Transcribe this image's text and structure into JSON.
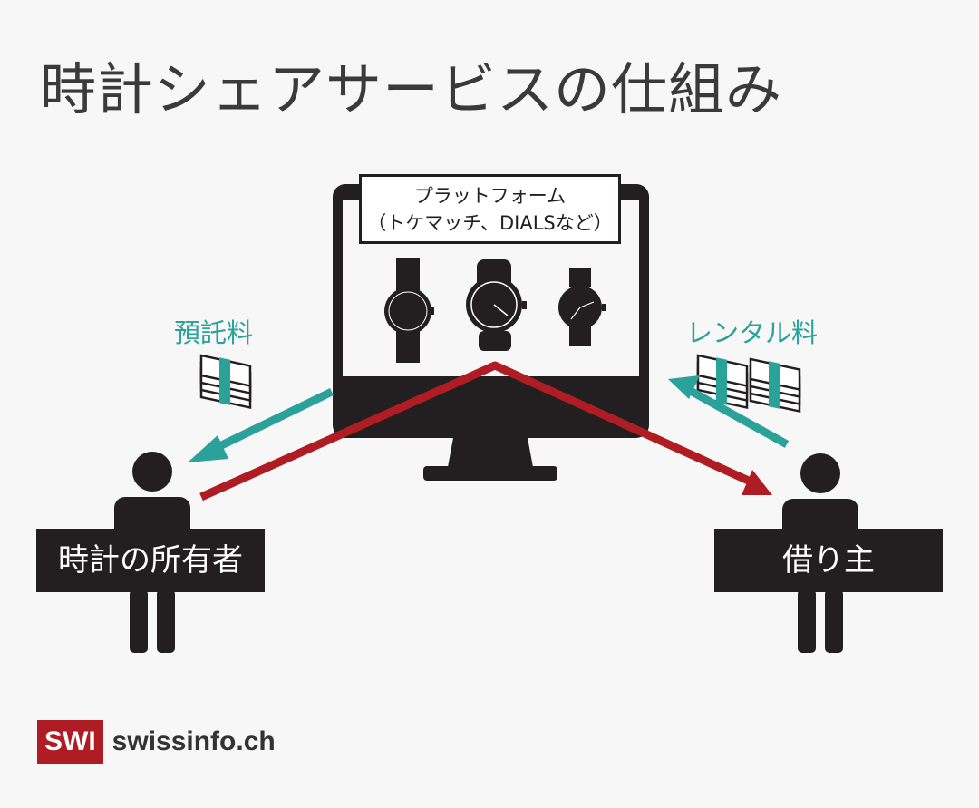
{
  "title": "時計シェアサービスの仕組み",
  "platform": {
    "line1": "プラットフォーム",
    "line2": "（トケマッチ、DIALSなど）"
  },
  "labels": {
    "deposit_fee": "預託料",
    "rental_fee": "レンタル料"
  },
  "roles": {
    "owner": "時計の所有者",
    "borrower": "借り主"
  },
  "logo": {
    "mark": "SWI",
    "site": "swissinfo.ch"
  },
  "colors": {
    "teal": "#2aa199",
    "red": "#b01c24",
    "dark": "#231f20",
    "background": "#f7f7f7"
  }
}
